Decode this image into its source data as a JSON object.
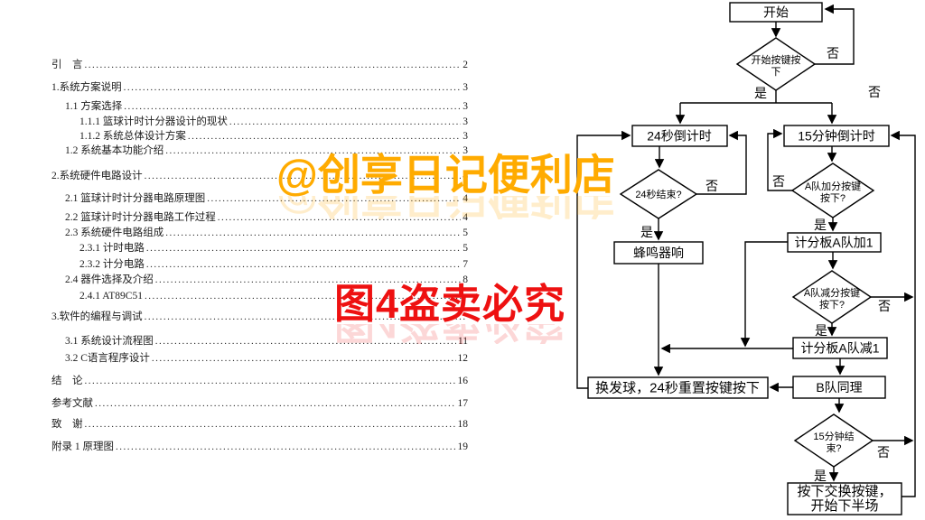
{
  "toc": {
    "items": [
      {
        "label": "引　言",
        "page": "2"
      },
      {
        "label": "1.系统方案说明",
        "page": "3"
      },
      {
        "label": "1.1 方案选择",
        "page": "3"
      },
      {
        "label": "1.1.1 篮球计时计分器设计的现状",
        "page": "3"
      },
      {
        "label": "1.1.2 系统总体设计方案",
        "page": "3"
      },
      {
        "label": "1.2 系统基本功能介绍",
        "page": "3"
      },
      {
        "label": "2.系统硬件电路设计",
        "page": "4"
      },
      {
        "label": "2.1 篮球计时计分器电路原理图",
        "page": "4"
      },
      {
        "label": "2.2 篮球计时计分器电路工作过程",
        "page": "4"
      },
      {
        "label": "2.3 系统硬件电路组成",
        "page": "5"
      },
      {
        "label": "2.3.1 计时电路",
        "page": "5"
      },
      {
        "label": "2.3.2 计分电路",
        "page": "7"
      },
      {
        "label": "2.4 器件选择及介绍",
        "page": "8"
      },
      {
        "label": "2.4.1 AT89C51",
        "page": ""
      },
      {
        "label": "3.软件的编程与调试",
        "page": ""
      },
      {
        "label": "3.1 系统设计流程图",
        "page": "11"
      },
      {
        "label": "3.2 C语言程序设计",
        "page": "12"
      },
      {
        "label": "结　论",
        "page": "16"
      },
      {
        "label": "参考文献",
        "page": "17"
      },
      {
        "label": "致　谢",
        "page": "18"
      },
      {
        "label": "附录 1 原理图",
        "page": "19"
      }
    ]
  },
  "watermarks": {
    "yellow": {
      "text": "@创享日记便利店",
      "color": "#FFAB00"
    },
    "red": {
      "text": "图4盗卖必究",
      "color": "#EE1111"
    }
  },
  "flowchart": {
    "boxes": {
      "start": "开始",
      "timer24": "24秒倒计时",
      "timer15": "15分钟倒计时",
      "buzzer": "蜂鸣器响",
      "add_a": "计分板A队加1",
      "sub_a": "计分板A队减1",
      "change_serve": "换发球，24秒重置按键按下",
      "team_b": "B队同理",
      "swap_line1": "按下交换按键，",
      "swap_line2": "开始下半场"
    },
    "diamonds": {
      "start_key_line1": "开始按键按",
      "start_key_line2": "下",
      "end24": "24秒结束?",
      "add_a_key_line1": "A队加分按键",
      "add_a_key_line2": "按下?",
      "sub_a_key_line1": "A队减分按键",
      "sub_a_key_line2": "按下?",
      "end15_line1": "15分钟结",
      "end15_line2": "束?"
    },
    "branch": {
      "yes": "是",
      "no": "否"
    }
  }
}
